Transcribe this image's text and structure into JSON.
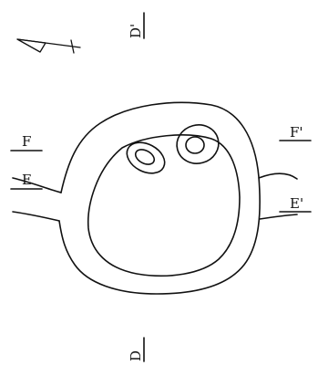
{
  "labels": {
    "d_prime": "D'",
    "f": "F",
    "f_prime": "F'",
    "e": "E",
    "e_prime": "E'",
    "d": "D"
  },
  "colors": {
    "ink": "#111111",
    "background": "#ffffff"
  },
  "icons": {
    "north_arrow": "north-arrow-icon"
  }
}
